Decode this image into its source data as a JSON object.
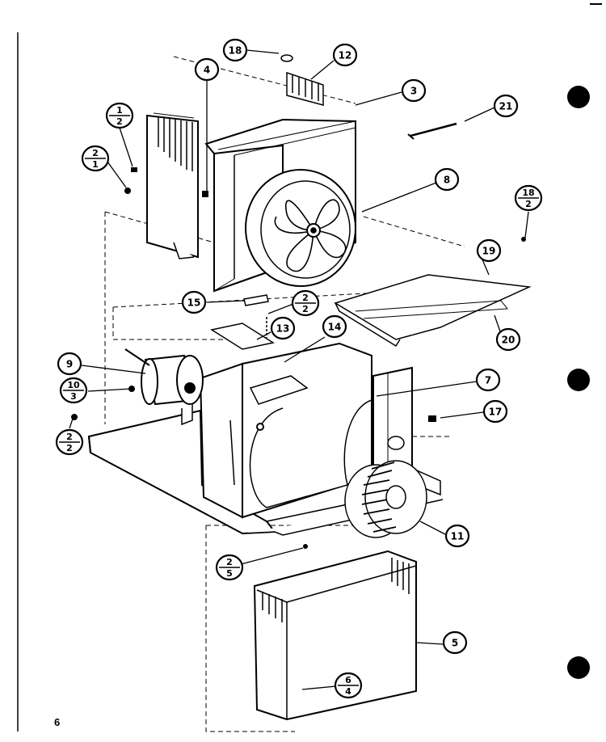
{
  "page_number": "6",
  "callouts": [
    {
      "id": "18",
      "kind": "single",
      "label": "18"
    },
    {
      "id": "12",
      "kind": "single",
      "label": "12"
    },
    {
      "id": "4",
      "kind": "single",
      "label": "4"
    },
    {
      "id": "3",
      "kind": "single",
      "label": "3"
    },
    {
      "id": "21",
      "kind": "single",
      "label": "21"
    },
    {
      "id": "1-2",
      "kind": "fraction",
      "num": "1",
      "den": "2"
    },
    {
      "id": "2-1",
      "kind": "fraction",
      "num": "2",
      "den": "1"
    },
    {
      "id": "8",
      "kind": "single",
      "label": "8"
    },
    {
      "id": "18-2",
      "kind": "fraction",
      "num": "18",
      "den": "2"
    },
    {
      "id": "19",
      "kind": "single",
      "label": "19"
    },
    {
      "id": "15",
      "kind": "single",
      "label": "15"
    },
    {
      "id": "2-2a",
      "kind": "fraction",
      "num": "2",
      "den": "2"
    },
    {
      "id": "20",
      "kind": "single",
      "label": "20"
    },
    {
      "id": "13",
      "kind": "single",
      "label": "13"
    },
    {
      "id": "14",
      "kind": "single",
      "label": "14"
    },
    {
      "id": "9",
      "kind": "single",
      "label": "9"
    },
    {
      "id": "10-3",
      "kind": "fraction",
      "num": "10",
      "den": "3"
    },
    {
      "id": "7",
      "kind": "single",
      "label": "7"
    },
    {
      "id": "17",
      "kind": "single",
      "label": "17"
    },
    {
      "id": "2-2b",
      "kind": "fraction",
      "num": "2",
      "den": "2"
    },
    {
      "id": "11",
      "kind": "single",
      "label": "11"
    },
    {
      "id": "2-5",
      "kind": "fraction",
      "num": "2",
      "den": "5"
    },
    {
      "id": "5",
      "kind": "single",
      "label": "5"
    },
    {
      "id": "6-4",
      "kind": "fraction",
      "num": "6",
      "den": "4"
    }
  ]
}
